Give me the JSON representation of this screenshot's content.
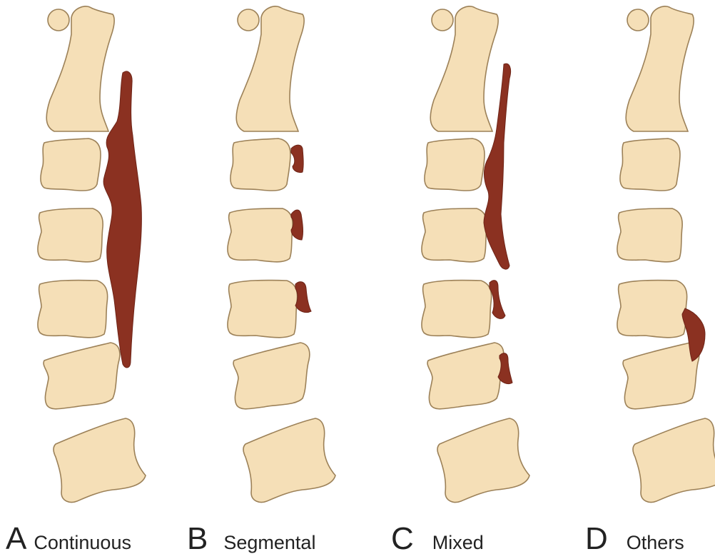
{
  "colors": {
    "bone": "#f5dfb7",
    "bone_outline": "#9c8158",
    "ossification": "#8b3121",
    "ossification_outline": "#6e2417",
    "background": "#ffffff"
  },
  "panels": [
    {
      "letter": "A",
      "label": "Continuous"
    },
    {
      "letter": "B",
      "label": "Segmental"
    },
    {
      "letter": "C",
      "label": "Mixed"
    },
    {
      "letter": "D",
      "label": "Others"
    }
  ]
}
